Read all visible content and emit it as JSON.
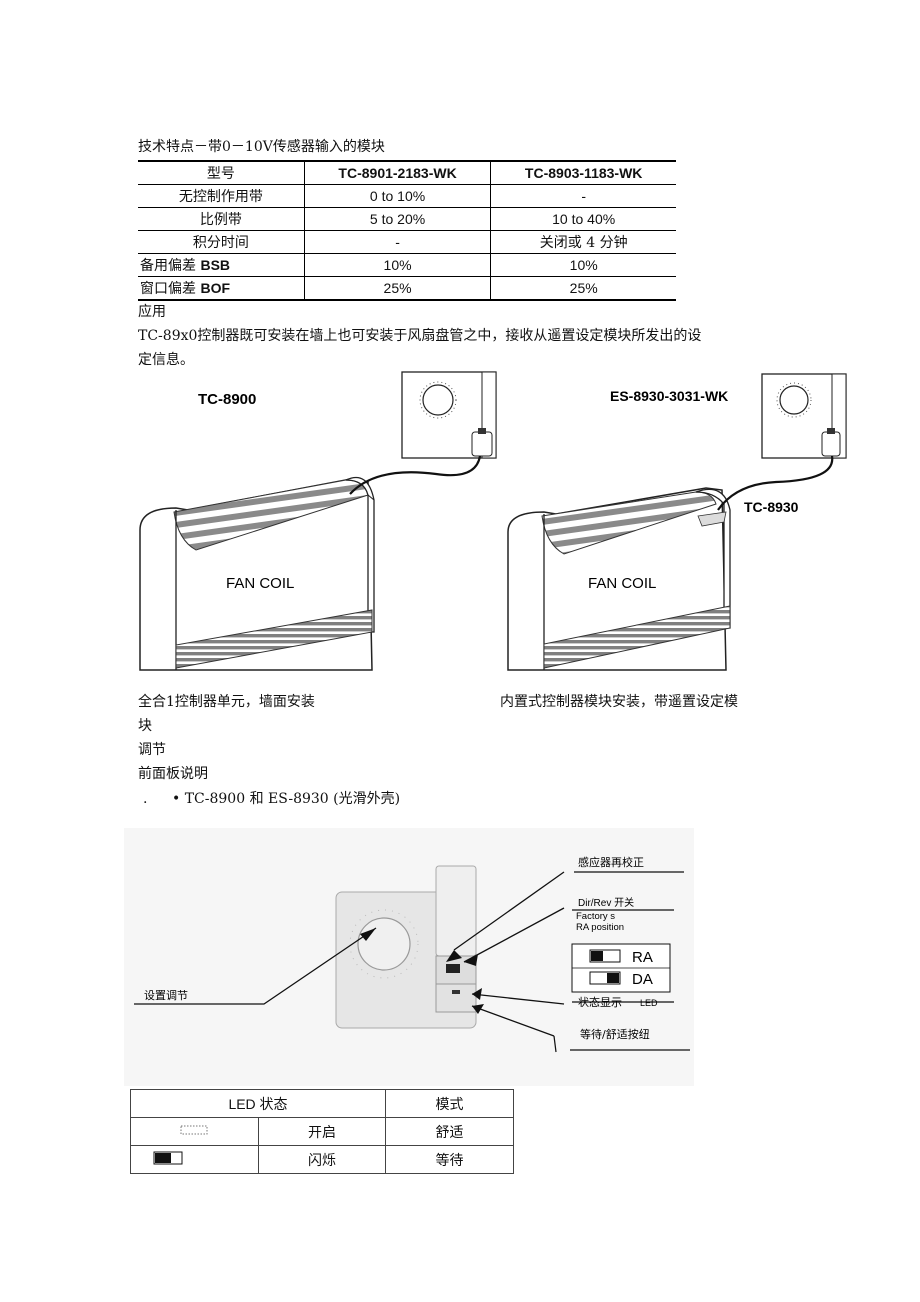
{
  "section_title": "技术特点－带0－10V传感器输入的模块",
  "spec_table": {
    "headers": [
      "型号",
      "TC-8901-2183-WK",
      "TC-8903-1183-WK"
    ],
    "rows": [
      {
        "label": "无控制作用带",
        "label_bold": "",
        "c1": "0 to 10%",
        "c2": "-"
      },
      {
        "label": "比例带",
        "label_bold": "",
        "c1": "5 to 20%",
        "c2": "10 to 40%"
      },
      {
        "label": "积分时间",
        "label_bold": "",
        "c1": "-",
        "c2": "关闭或 4 分钟"
      },
      {
        "label": "备用偏差 ",
        "label_bold": "BSB",
        "c1": "10%",
        "c2": "10%"
      },
      {
        "label": "窗口偏差 ",
        "label_bold": "BOF",
        "c1": "25%",
        "c2": "25%"
      }
    ]
  },
  "application_heading": "应用",
  "application_text_1": "TC-89x0控制器既可安装在墙上也可安装于风扇盘管之中，接收从遥置设定模块所发出的设",
  "application_text_2": "定信息。",
  "figure1": {
    "left_model": "TC-8900",
    "left_unit_label": "FAN COIL",
    "right_model": "ES-8930-3031-WK",
    "right_module": "TC-8930",
    "right_unit_label": "FAN COIL"
  },
  "caption_left_1": "全合1控制器单元，墙面安装",
  "caption_left_2": "块",
  "caption_right": "内置式控制器模块安装，带遥置设定模",
  "adjust_heading": "调节",
  "front_panel_heading": "前面板说明",
  "bullet_dot": ".",
  "bullet_text": "• TC-8900 和 ES-8930 (光滑外壳)",
  "figure2": {
    "setting_label": "设置调节",
    "sensor_recal": "感应器再校正",
    "dir_rev": "Dir/Rev 开关",
    "factory": "Factory s",
    "ra_position": "RA position",
    "ra": "RA",
    "da": "DA",
    "status_display": "状态显示",
    "led": "LED",
    "standby_button": "等待/舒适按纽"
  },
  "led_table": {
    "header_status": "LED 状态",
    "header_mode": "模式",
    "rows": [
      {
        "state": "开启",
        "mode": "舒适"
      },
      {
        "state": "闪烁",
        "mode": "等待"
      }
    ]
  },
  "colors": {
    "figure_bg": "#f7f7f7",
    "unit_stroke": "#222222",
    "stripe": "#7a7a7a"
  }
}
